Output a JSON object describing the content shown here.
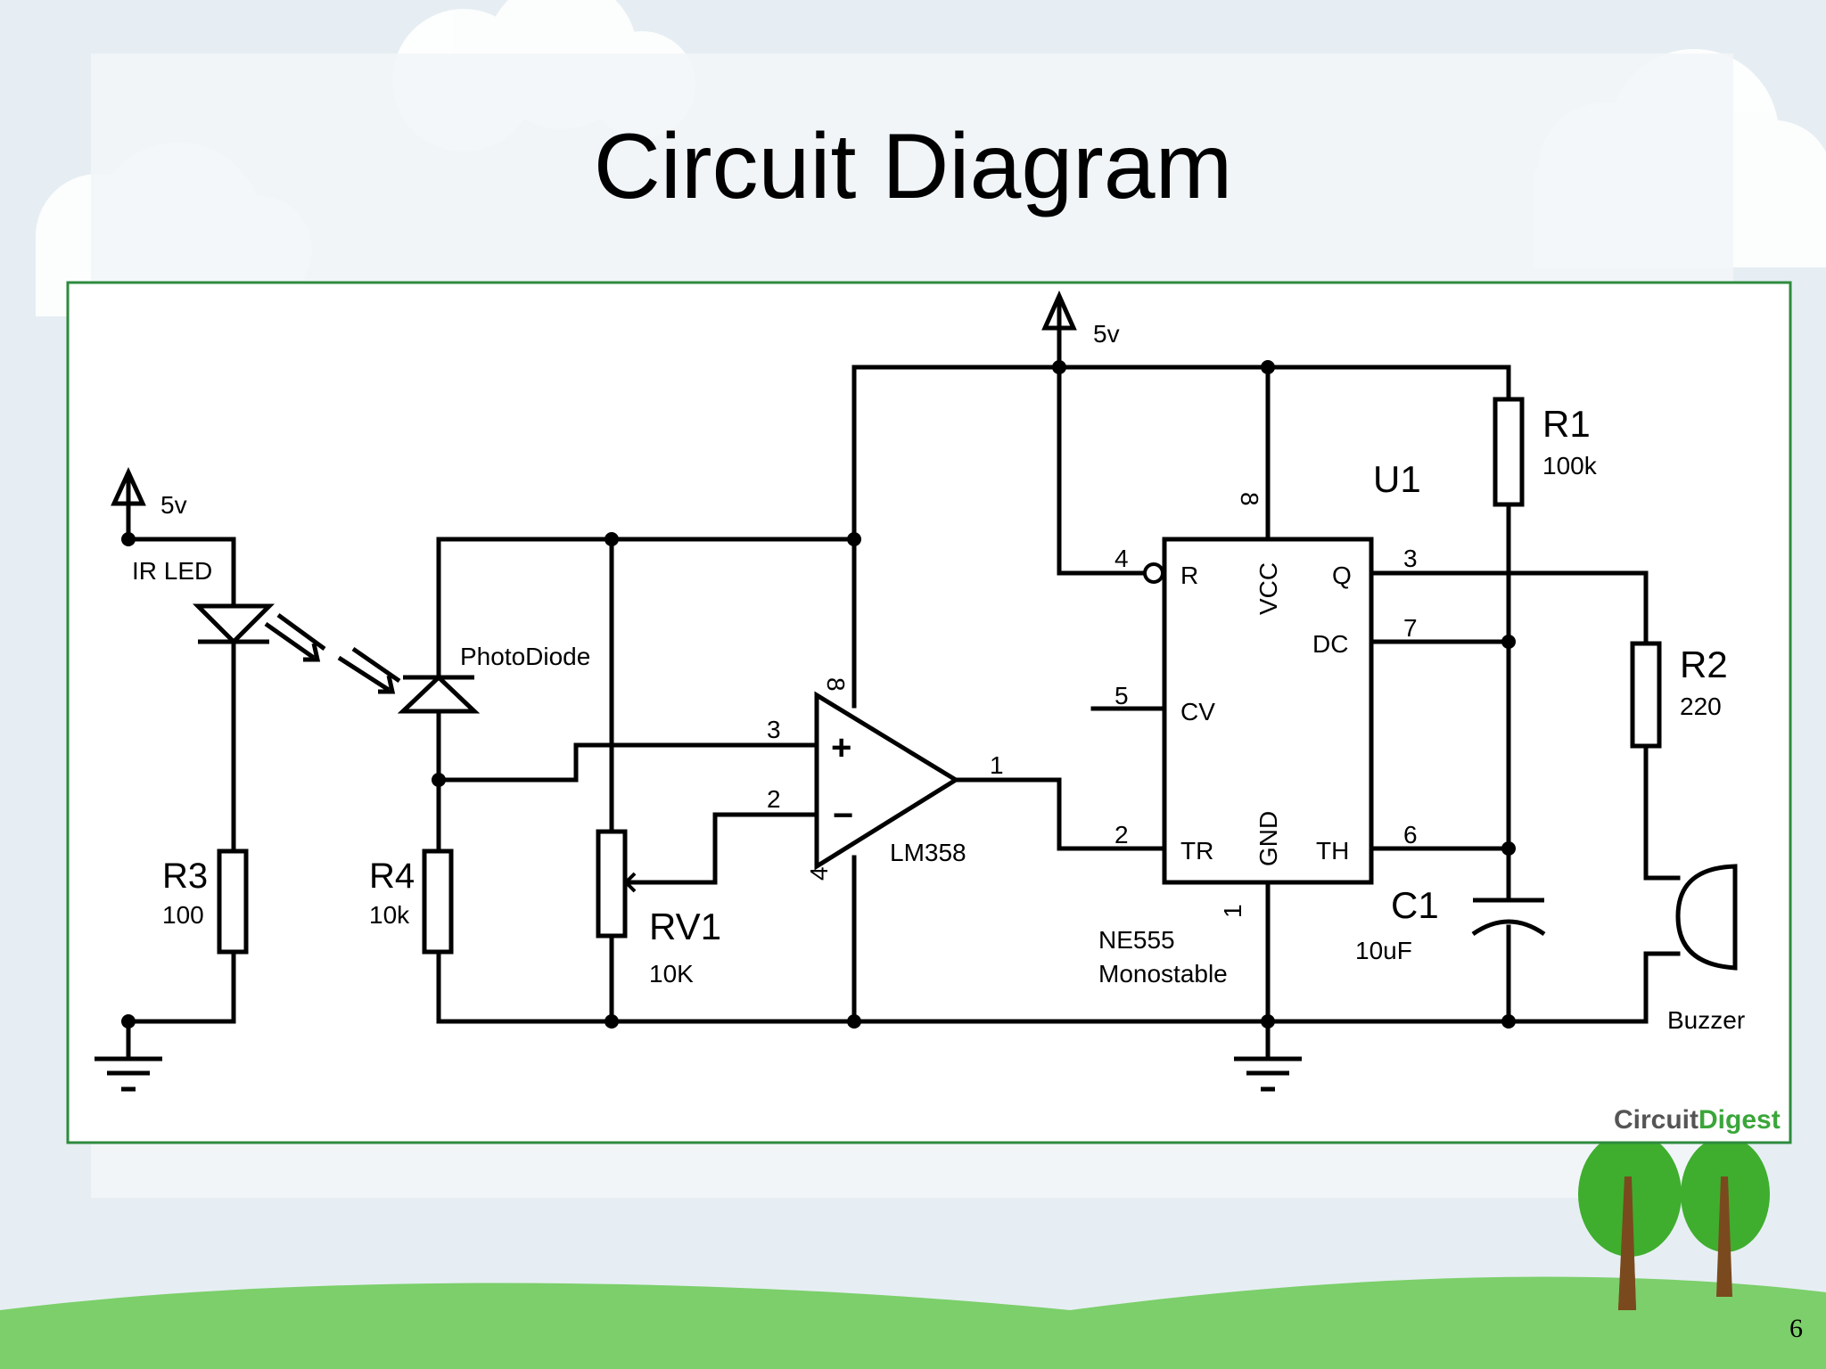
{
  "slide": {
    "title": "Circuit Diagram",
    "page_number": "6"
  },
  "schematic": {
    "supply_left": "5v",
    "supply_top": "5v",
    "ir_led": "IR LED",
    "photodiode": "PhotoDiode",
    "r3": {
      "name": "R3",
      "value": "100"
    },
    "r4": {
      "name": "R4",
      "value": "10k"
    },
    "rv1": {
      "name": "RV1",
      "value": "10K"
    },
    "r1": {
      "name": "R1",
      "value": "100k"
    },
    "r2": {
      "name": "R2",
      "value": "220"
    },
    "c1": {
      "name": "C1",
      "value": "10uF"
    },
    "opamp": {
      "name": "LM358",
      "pin_plus": "3",
      "pin_minus": "2",
      "pin_out": "1",
      "pin_vcc": "8",
      "pin_gnd": "4",
      "plus": "+",
      "minus": "−"
    },
    "u1": {
      "name": "U1",
      "chip": "NE555",
      "mode": "Monostable",
      "pins": {
        "r": "R",
        "vcc": "VCC",
        "q": "Q",
        "dc": "DC",
        "cv": "CV",
        "tr": "TR",
        "gnd": "GND",
        "th": "TH"
      },
      "pin_numbers": {
        "r": "4",
        "vcc": "8",
        "q": "3",
        "dc": "7",
        "cv": "5",
        "tr": "2",
        "th": "6",
        "gnd": "1"
      }
    },
    "buzzer": "Buzzer",
    "brand": {
      "part1": "Circuit",
      "part2": "Digest",
      "color1": "#555555",
      "color2": "#3aa63a"
    }
  },
  "colors": {
    "frame": "#2e8b3e",
    "wire": "#000000",
    "grass": "#7ccf6a",
    "tree_leaf": "#3fae2e",
    "tree_trunk": "#7a4a1e",
    "sky": "#e6eef3"
  }
}
